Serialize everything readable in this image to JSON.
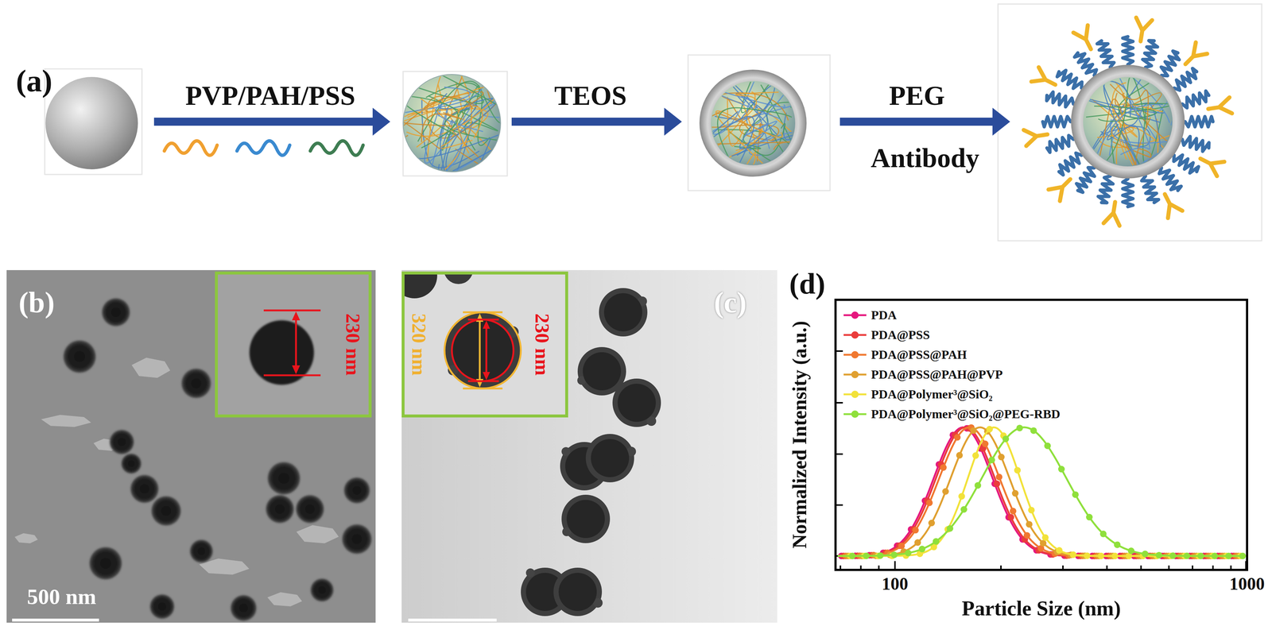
{
  "diagram": {
    "nodes": [
      {
        "text": [
          "(b)",
          "500 nm"
        ]
      },
      {
        "text": [
          "230 nm"
        ],
        "in": 0
      },
      {
        "text": [
          "(c)"
        ]
      },
      {
        "text": [
          "320 nm",
          "230 nm"
        ],
        "in": 2
      }
    ],
    "labels": [
      "(a)",
      "PVP/PAH/PSS",
      "TEOS",
      "PEG",
      "Antibody",
      "(d)",
      "Normalized Intensity (a.u.)",
      "100",
      "1000",
      "Particle Size (nm)"
    ],
    "legend": [
      {
        "text": "PDA",
        "color": "#e5177e"
      },
      {
        "text": "PDA@PSS",
        "color": "#ea3c3c"
      },
      {
        "text": "PDA@PSS@PAH",
        "color": "#f07830"
      },
      {
        "text": "PDA@PSS@PAH@PVP",
        "color": "#e0a030"
      },
      {
        "text": "PDA@Polymer³@SiO₂",
        "color": "#f2e23a"
      },
      {
        "text": "PDA@Polymer³@SiO₂@PEG-RBD",
        "color": "#8fe03c"
      }
    ]
  }
}
